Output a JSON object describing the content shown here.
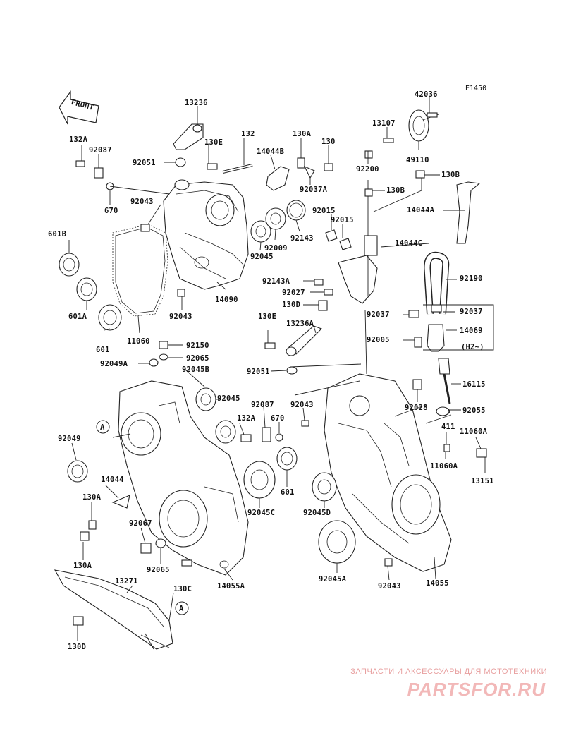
{
  "diagram_code": "E1450",
  "front_label": "FRONT",
  "watermark": {
    "tagline": "ЗАПЧАСТИ И АКСЕССУАРЫ ДЛЯ МОТОТЕХНИКИ",
    "logo": "PARTSFOR.RU"
  },
  "labels": {
    "l13236": "13236",
    "l132": "132",
    "l130A_1": "130A",
    "l130_1": "130",
    "l13107": "13107",
    "l42036": "42036",
    "l132A_1": "132A",
    "l92087_1": "92087",
    "l130E_1": "130E",
    "l14044B": "14044B",
    "l92051_1": "92051",
    "l670_1": "670",
    "l92043_1": "92043",
    "l92200": "92200",
    "l49110": "49110",
    "l130B_1": "130B",
    "l92037A": "92037A",
    "l130B_2": "130B",
    "l14044A": "14044A",
    "l92015_1": "92015",
    "l92015_2": "92015",
    "l601B": "601B",
    "l92143_1": "92143",
    "l14044C": "14044C",
    "l92009": "92009",
    "l92045_1": "92045",
    "l92190": "92190",
    "l92143A": "92143A",
    "l14090": "14090",
    "l601A": "601A",
    "l92027": "92027",
    "l130D_1": "130D",
    "l92043_2": "92043",
    "l92037_1": "92037",
    "l92037_2": "92037",
    "l130E_2": "130E",
    "l13236A": "13236A",
    "l14069": "14069",
    "l601_1": "601",
    "l11060": "11060",
    "l92005": "92005",
    "lH2": "(H2~)",
    "l92150": "92150",
    "l92049A": "92049A",
    "l92065_1": "92065",
    "l92045B": "92045B",
    "l92051_2": "92051",
    "l16115": "16115",
    "l92045_2": "92045",
    "l92087_2": "92087",
    "l92043_3": "92043",
    "l92028": "92028",
    "l92055": "92055",
    "l132A_2": "132A",
    "l670_2": "670",
    "l411": "411",
    "l11060A_1": "11060A",
    "l92049": "92049",
    "l11060A_2": "11060A",
    "l14044": "14044",
    "l601_2": "601",
    "l13151": "13151",
    "l130A_2": "130A",
    "l92045C": "92045C",
    "l92045D": "92045D",
    "l92067": "92067",
    "l130A_3": "130A",
    "l92065_2": "92065",
    "l14055A": "14055A",
    "l92045A": "92045A",
    "l92043_4": "92043",
    "l14055": "14055",
    "l13271": "13271",
    "l130C": "130C",
    "l130D_2": "130D",
    "refA_1": "A",
    "refA_2": "A"
  }
}
